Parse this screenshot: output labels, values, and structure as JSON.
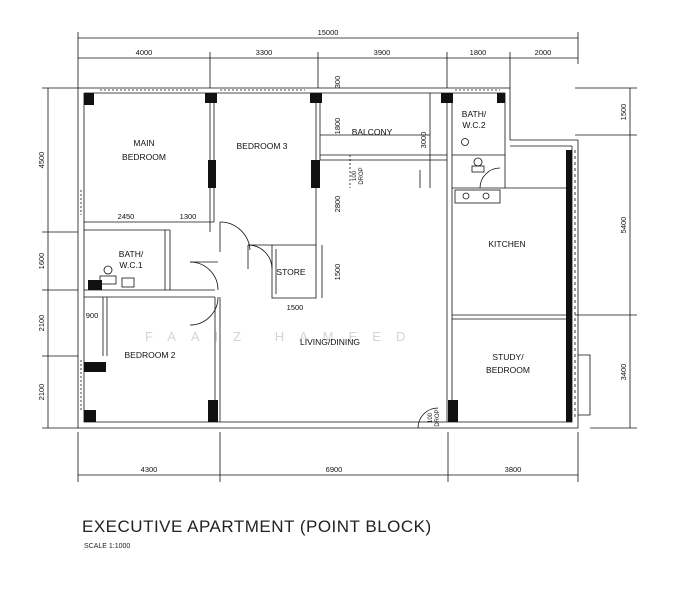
{
  "title": "EXECUTIVE APARTMENT (POINT BLOCK)",
  "scale": "SCALE  1:1000",
  "watermark": "FAAIZ HAMEED",
  "dims_top": {
    "total": "15000",
    "d1": "4000",
    "d2": "3300",
    "d3": "3900",
    "d4": "1800",
    "d5": "2000"
  },
  "dims_bottom": {
    "d1": "4300",
    "d2": "6900",
    "d3": "3800"
  },
  "dims_left": {
    "d1": "4500",
    "d2": "1600",
    "d3": "2100",
    "d4": "2100"
  },
  "dims_right": {
    "d1": "1500",
    "d2": "5400",
    "d3": "3400"
  },
  "dims_inner": {
    "d2450": "2450",
    "d1300": "1300",
    "d900": "900",
    "d1500": "1500",
    "d1500v": "1500",
    "d2800": "2800",
    "d1800": "1800",
    "d3000": "3000",
    "d300": "300"
  },
  "rooms": {
    "main_bedroom": [
      "MAIN",
      "BEDROOM"
    ],
    "bedroom3": "BEDROOM  3",
    "balcony": "BALCONY",
    "bath2": [
      "BATH/",
      "W.C.2"
    ],
    "bath1": [
      "BATH/",
      "W.C.1"
    ],
    "kitchen": "KITCHEN",
    "store": "STORE",
    "living": "LIVING/DINING",
    "bedroom2": "BEDROOM  2",
    "study": [
      "STUDY/",
      "BEDROOM"
    ]
  },
  "drop_labels": {
    "a": "100",
    "a2": "DROP",
    "b": "100",
    "b2": "DROP"
  }
}
